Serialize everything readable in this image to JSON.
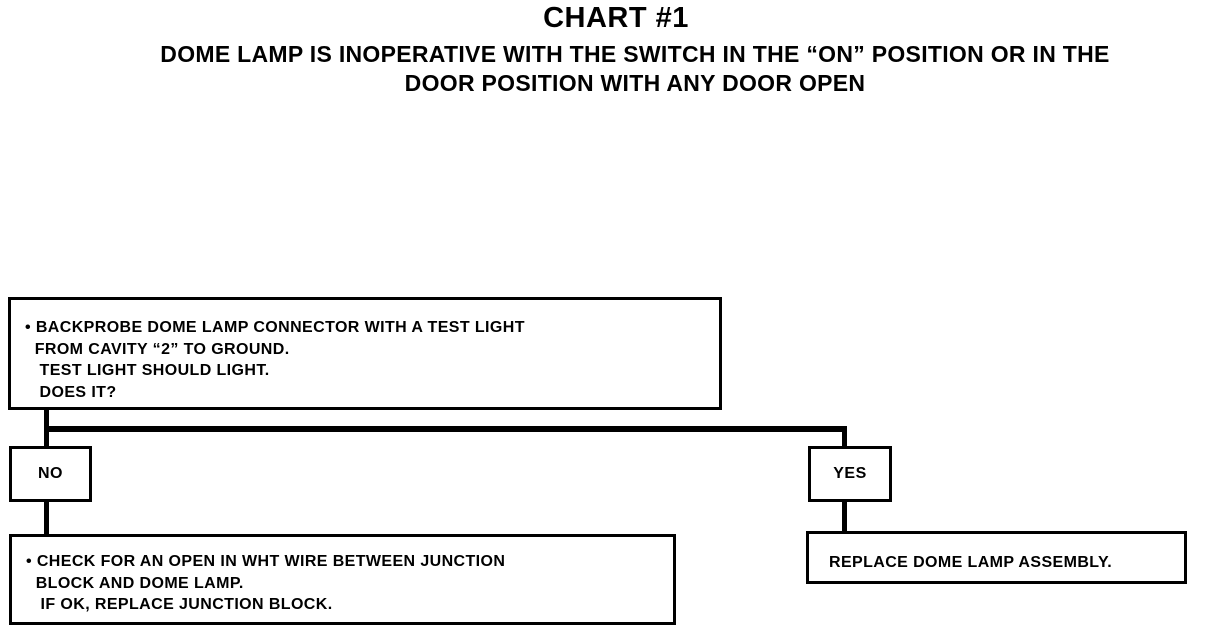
{
  "title": "CHART #1",
  "subtitle": {
    "line1": "DOME LAMP IS INOPERATIVE WITH THE SWITCH IN THE “ON” POSITION OR IN THE",
    "line2": "DOOR POSITION WITH ANY DOOR OPEN"
  },
  "test_step": {
    "lines": [
      "• BACKPROBE DOME LAMP CONNECTOR WITH A TEST LIGHT",
      "  FROM CAVITY “2” TO GROUND.",
      "   TEST LIGHT SHOULD LIGHT.",
      "   DOES IT?"
    ]
  },
  "branches": {
    "no_label": "NO",
    "yes_label": "YES"
  },
  "no_action": {
    "lines": [
      "• CHECK FOR AN OPEN IN WHT WIRE BETWEEN JUNCTION",
      "  BLOCK AND DOME LAMP.",
      "   IF OK, REPLACE JUNCTION BLOCK."
    ]
  },
  "yes_action": {
    "lines": [
      "REPLACE DOME LAMP ASSEMBLY."
    ]
  }
}
